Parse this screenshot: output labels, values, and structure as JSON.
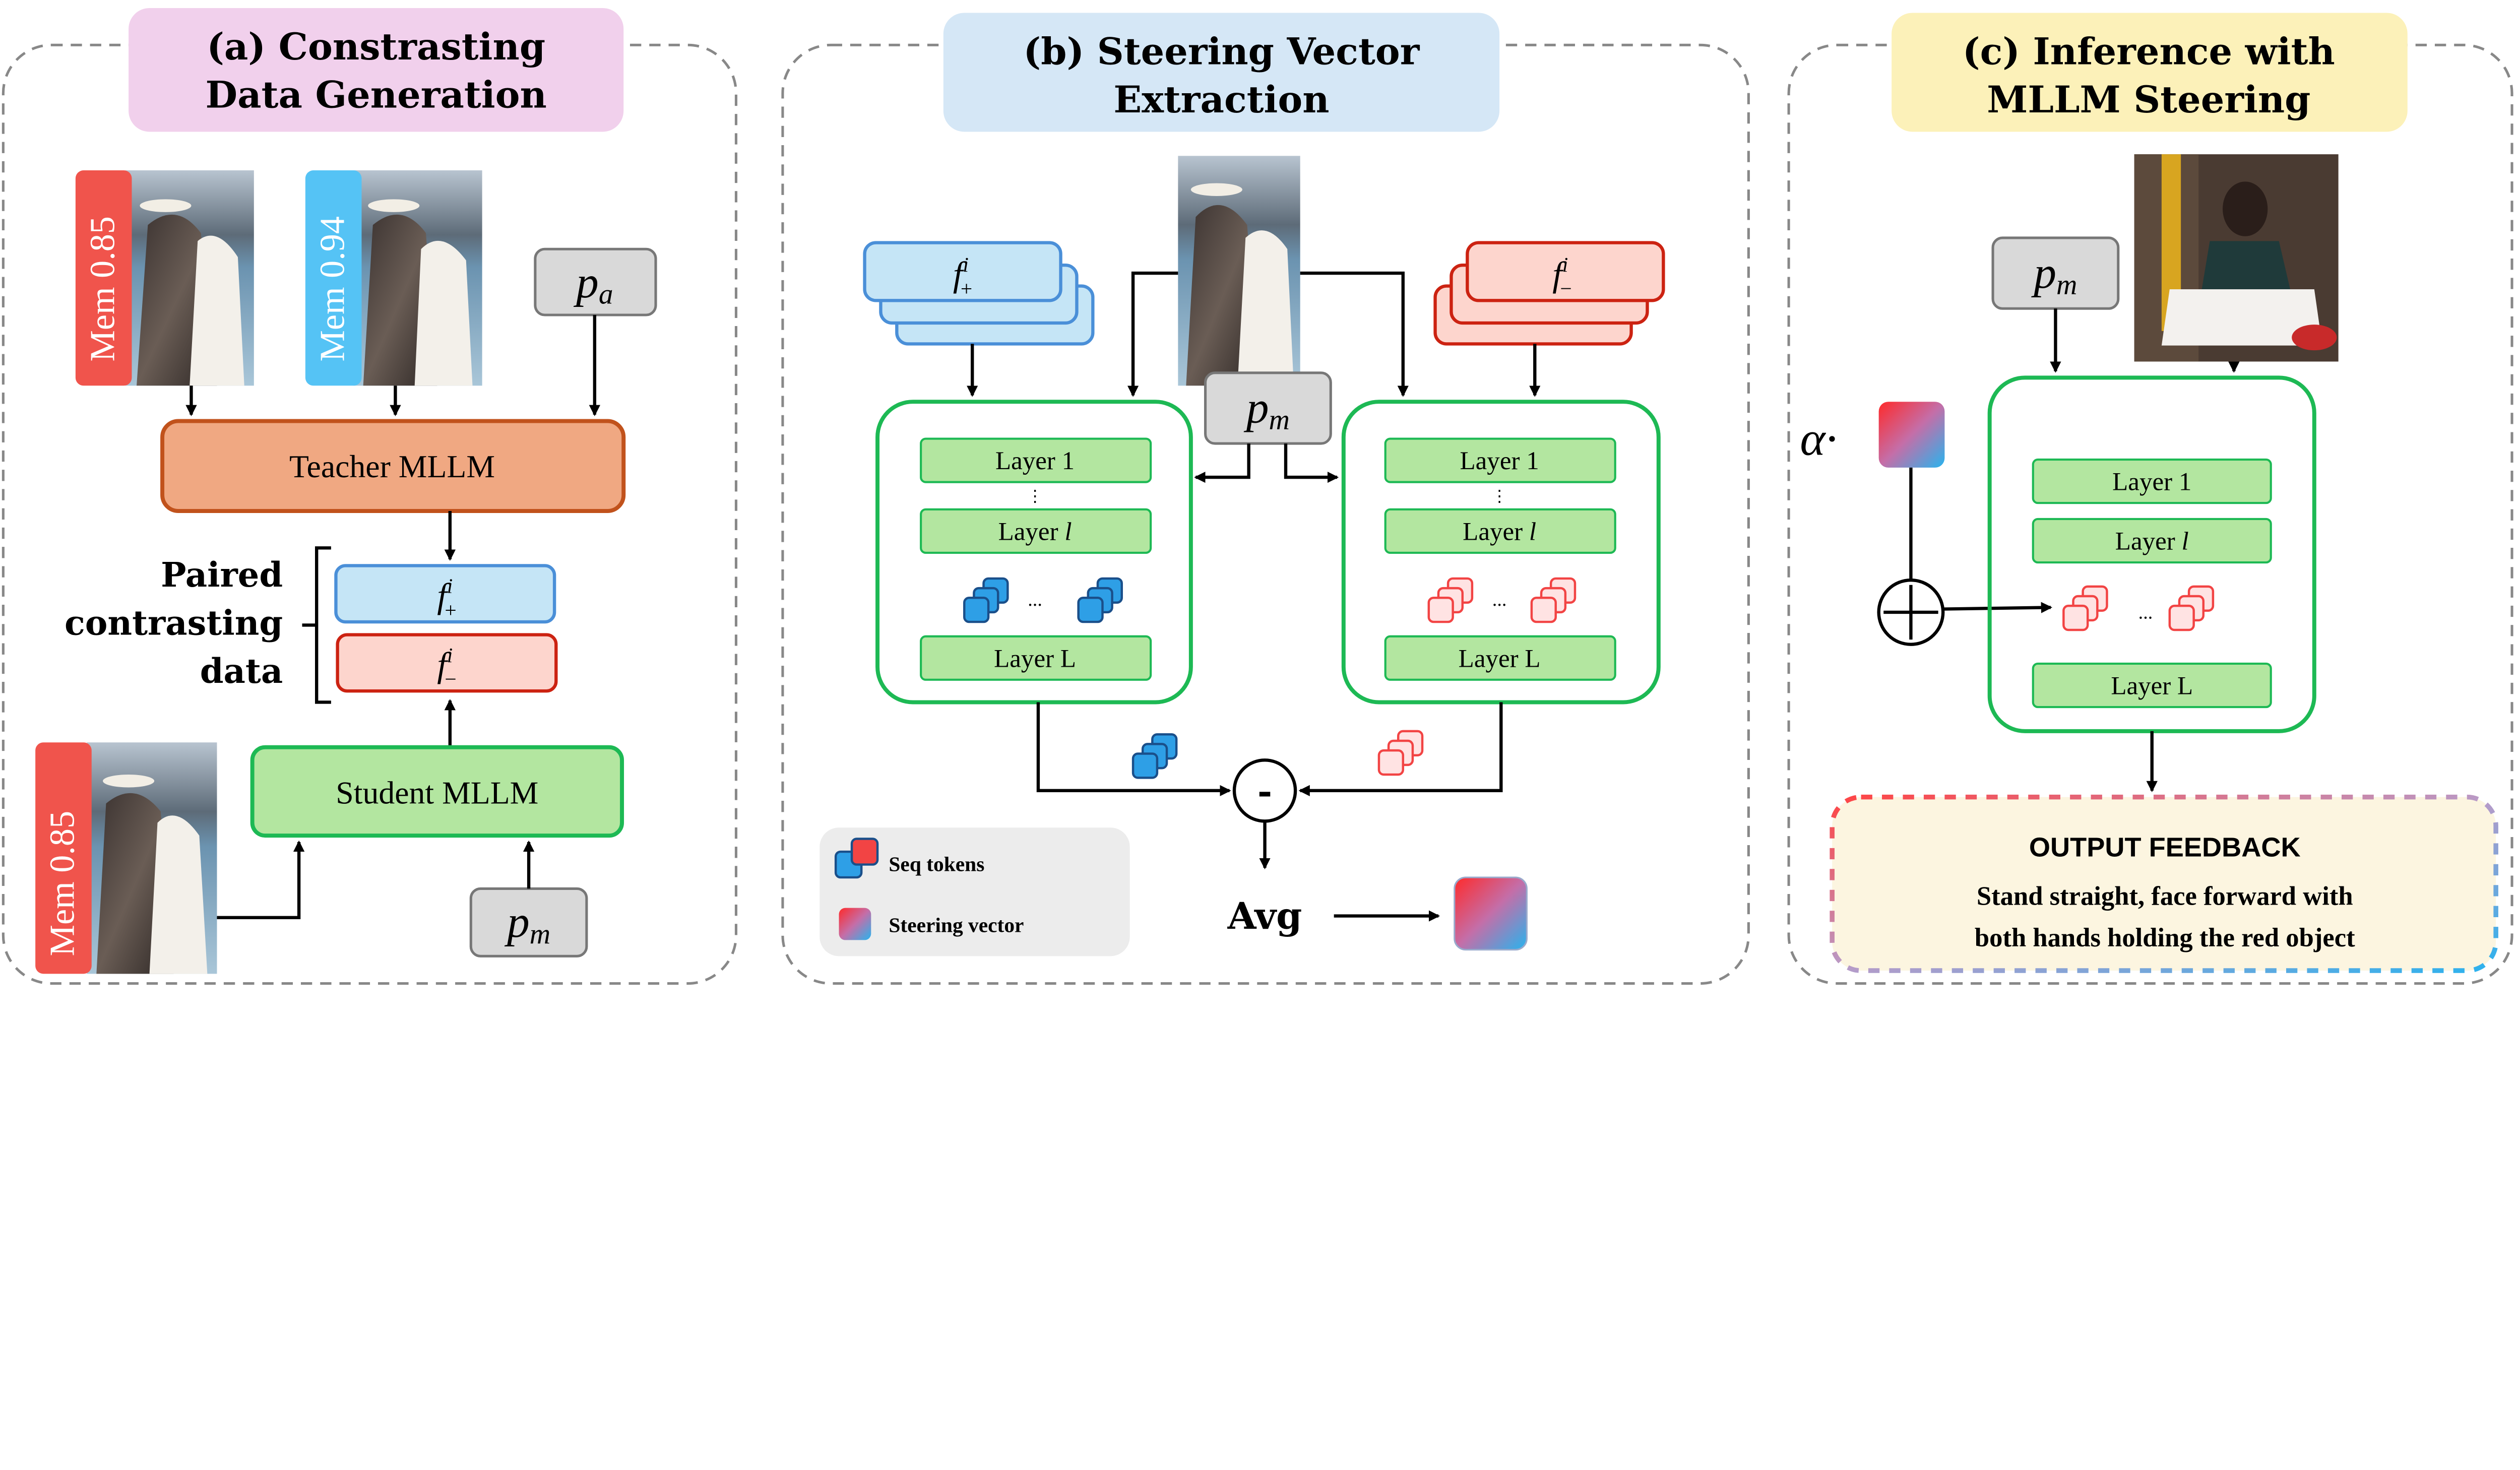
{
  "panels": {
    "a": {
      "title_line1": "(a) Constrasting",
      "title_line2": "Data Generation",
      "title_color": "#f1d0ec",
      "mem_top_left": "Mem 0.85",
      "mem_top_right": "Mem 0.94",
      "mem_bottom": "Mem 0.85",
      "mem_low_color": "#f0544c",
      "mem_high_color": "#55c3f5",
      "prompt_a": {
        "base": "p",
        "sub": "a"
      },
      "teacher": "Teacher MLLM",
      "student": "Student MLLM",
      "paired_label": [
        "Paired",
        "contrasting",
        "data"
      ],
      "f_plus": {
        "base": "f",
        "sup": "i",
        "sub": "+"
      },
      "f_minus": {
        "base": "f",
        "sup": "i",
        "sub": "−"
      },
      "prompt_m": {
        "base": "p",
        "sub": "m"
      }
    },
    "b": {
      "title_line1": "(b) Steering Vector",
      "title_line2": "Extraction",
      "title_color": "#d5e7f6",
      "f_plus": {
        "base": "f",
        "sup": "i",
        "sub": "+"
      },
      "f_minus": {
        "base": "f",
        "sup": "i",
        "sub": "−"
      },
      "prompt_m": {
        "base": "p",
        "sub": "m"
      },
      "layers": [
        "Layer 1",
        "Layer",
        "l",
        "Layer L"
      ],
      "ellipsis": "...",
      "minus": "-",
      "avg": "Avg",
      "legend": {
        "seq_tokens": "Seq tokens",
        "steering_vector": "Steering vector"
      }
    },
    "c": {
      "title_line1": "(c) Inference with",
      "title_line2": "MLLM Steering",
      "title_color": "#fcf1b9",
      "prompt_m": {
        "base": "p",
        "sub": "m"
      },
      "alpha": "α·",
      "layers": [
        "Layer 1",
        "Layer",
        "l",
        "Layer L"
      ],
      "ellipsis": "...",
      "output_title": "OUTPUT FEEDBACK",
      "output_lines": [
        "Stand straight, face forward with",
        "both hands holding the red object"
      ]
    }
  },
  "colors": {
    "model_green_fill": "#b3e6a0",
    "model_green_stroke": "#1db954",
    "teacher_fill": "#f0a882",
    "teacher_stroke": "#c1521c",
    "f_plus_fill": "#c5e5f6",
    "f_plus_stroke": "#4a8fd8",
    "f_minus_fill": "#fdd5cd",
    "f_minus_stroke": "#cc2211",
    "token_blue": "#2e9fe6",
    "token_red": "#f24444",
    "output_fill": "#fcf5e0"
  }
}
